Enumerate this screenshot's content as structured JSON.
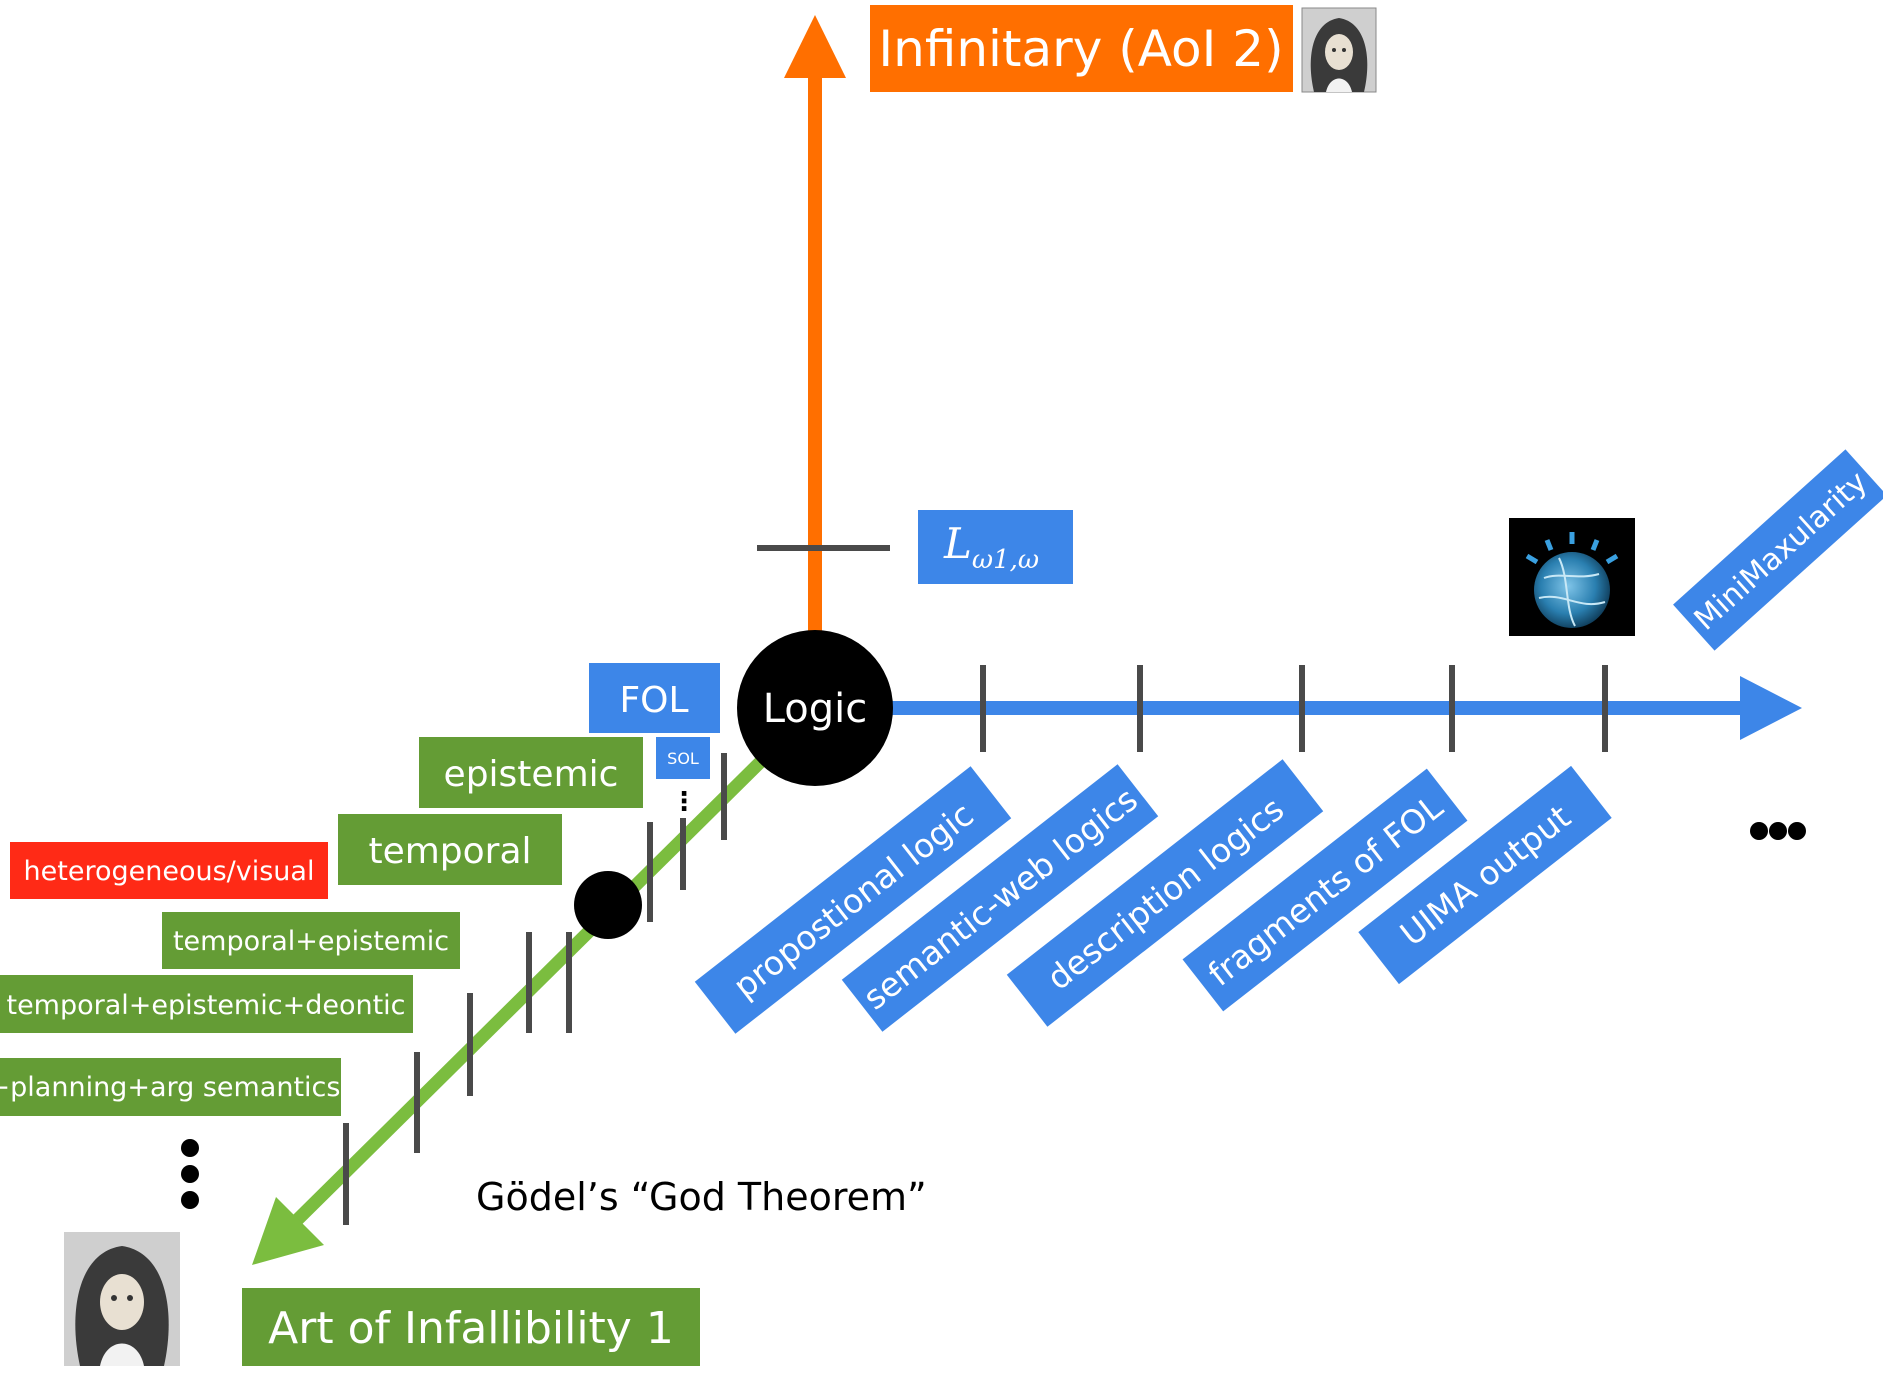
{
  "colors": {
    "orange": "#FF6F00",
    "blue": "#3D86E8",
    "green": "#649C35",
    "green_arrow": "#7BBD3F",
    "red": "#FF2A16",
    "black": "#000000",
    "tick": "#4A4A4A",
    "white": "#FFFFFF"
  },
  "center_node": {
    "label": "Logic"
  },
  "vertical_axis": {
    "title": "Infinitary (AoI 2)",
    "tick_label": "L",
    "tick_subscript": "ω1,ω",
    "portrait": "leibniz-portrait"
  },
  "horizontal_axis": {
    "labels": [
      "propostional logic",
      "semantic-web logics",
      "description logics",
      "fragments of FOL",
      "UIMA output"
    ],
    "end_label": "MiniMaxularity",
    "continuation": "●●●",
    "logo": "ibm-watson-logo"
  },
  "diagonal_axis": {
    "title": "Art of Infallibility 1",
    "fol_label": "FOL",
    "sol_label": "SOL",
    "sol_dots": "⋮",
    "labels": [
      "epistemic",
      "temporal",
      "heterogeneous/visual",
      "temporal+epistemic",
      "temporal+epistemic+deontic",
      "+planning+arg semantics"
    ],
    "continuation": "⋮",
    "annotation": "Gödel’s “God Theorem”",
    "portrait": "leibniz-portrait"
  }
}
